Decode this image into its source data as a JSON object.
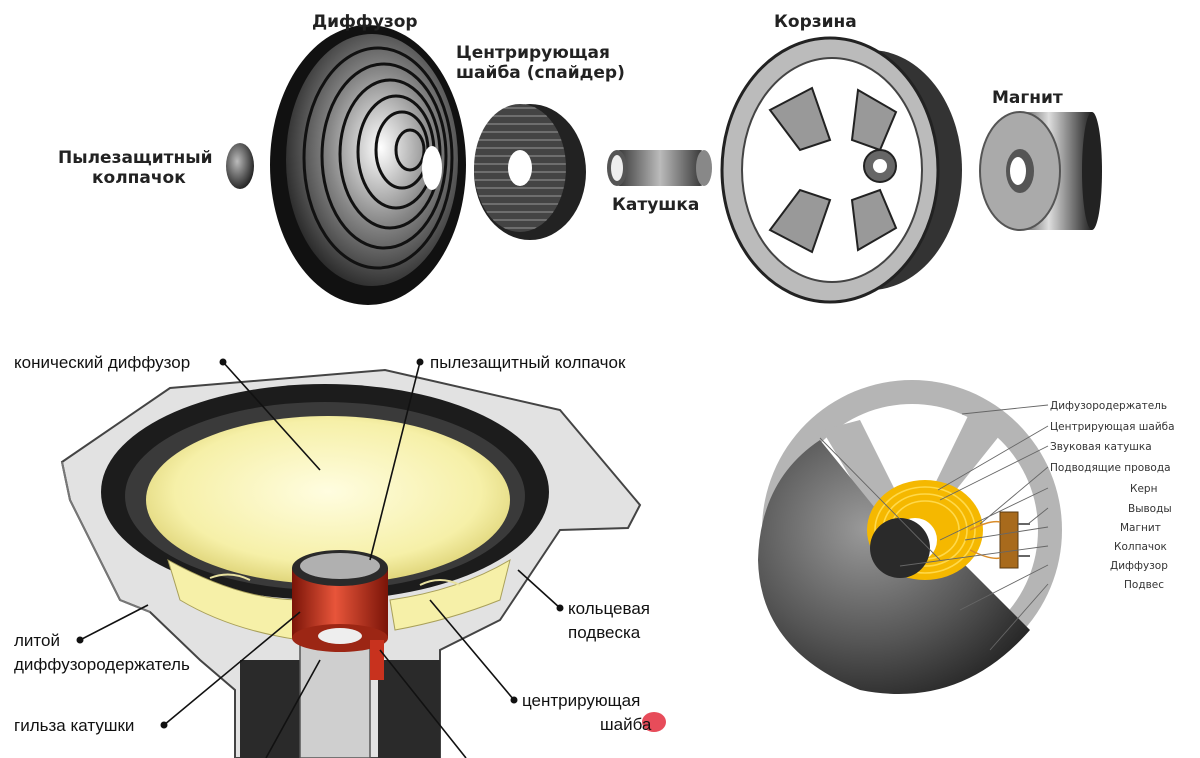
{
  "exploded_view": {
    "labels": {
      "dust_cap": [
        "Пылезащитный",
        "колпачок"
      ],
      "cone": "Диффузор",
      "spider": [
        "Центрирующая",
        "шайба (спайдер)"
      ],
      "coil": "Катушка",
      "basket": "Корзина",
      "magnet": "Магнит"
    }
  },
  "cutaway_view": {
    "labels": {
      "cone": "конический диффузор",
      "dust_cap": "пылезащитный колпачок",
      "surround": [
        "кольцевая",
        "подвеска"
      ],
      "frame": [
        "литой",
        "диффузородержатель"
      ],
      "spider": [
        "центрирующая",
        "шайба"
      ],
      "coil_former": "гильза катушки"
    }
  },
  "schematic_view": {
    "labels": [
      "Дифузородержатель",
      "Центрирующая шайба",
      "Звуковая катушка",
      "Подводящие провода",
      "Керн",
      "Выводы",
      "Магнит",
      "Колпачок",
      "Диффузор",
      "Подвес"
    ]
  },
  "colors": {
    "cone_yellow": "#f6f0a8",
    "coil_red": "#c8321e",
    "spider_orange": "#f5b800",
    "dark": "#1c1c1c"
  }
}
